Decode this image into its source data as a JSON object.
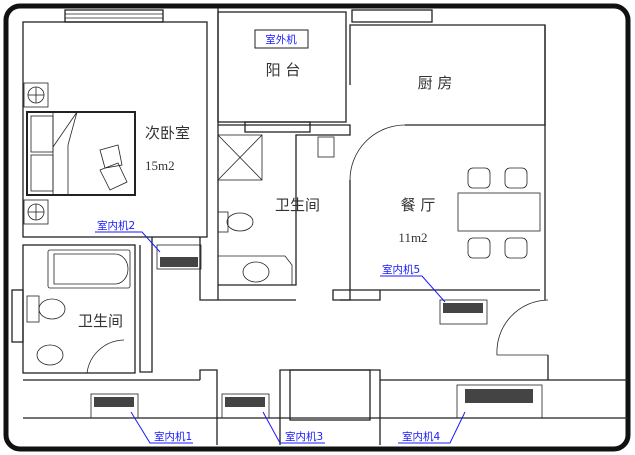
{
  "rooms": {
    "second_bedroom": {
      "name": "次卧室",
      "area": "15m2"
    },
    "balcony": {
      "name": "阳 台"
    },
    "kitchen": {
      "name": "厨 房"
    },
    "bathroom_middle": {
      "name": "卫生间"
    },
    "dining": {
      "name": "餐 厅",
      "area": "11m2"
    },
    "bathroom_left": {
      "name": "卫生间"
    }
  },
  "outdoor_unit": {
    "label": "室外机"
  },
  "indoor_units": [
    {
      "label": "室内机1"
    },
    {
      "label": "室内机2"
    },
    {
      "label": "室内机3"
    },
    {
      "label": "室内机4"
    },
    {
      "label": "室内机5"
    }
  ],
  "colors": {
    "label": "#1a1aff",
    "wall": "#222222"
  }
}
